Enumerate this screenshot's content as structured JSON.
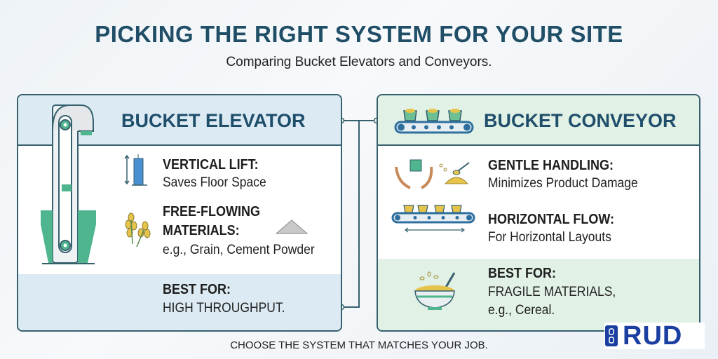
{
  "title": "PICKING THE RIGHT SYSTEM FOR YOUR SITE",
  "subtitle": "Comparing Bucket Elevators and Conveyors.",
  "left": {
    "heading": "BUCKET ELEVATOR",
    "items": [
      {
        "label": "VERTICAL LIFT:",
        "text": "Saves Floor Space",
        "icon": "building-icon"
      },
      {
        "label_line1": "FREE-FLOWING",
        "label_line2": "MATERIALS:",
        "text": "e.g., Grain, Cement Powder",
        "icon": "grain-icon"
      }
    ],
    "best_label": "BEST FOR:",
    "best_text": "HIGH THROUGHPUT."
  },
  "right": {
    "heading": "BUCKET CONVEYOR",
    "items": [
      {
        "label": "GENTLE HANDLING:",
        "text": "Minimizes Product Damage",
        "icon": "hands-icon"
      },
      {
        "label": "HORIZONTAL FLOW:",
        "text": "For Horizontal Layouts",
        "icon": "conveyor-icon"
      }
    ],
    "best_label": "BEST FOR:",
    "best_text_line1": "FRAGILE MATERIALS,",
    "best_text_line2": "e.g., Cereal."
  },
  "footer": "CHOOSE THE SYSTEM THAT MATCHES YOUR JOB.",
  "logo": "RUD",
  "colors": {
    "title": "#1f4e66",
    "elevator_band": "#dcebf3",
    "conveyor_band": "#e1f1e6",
    "accent_green": "#4fb58e",
    "logo_blue": "#1a3fa0"
  }
}
